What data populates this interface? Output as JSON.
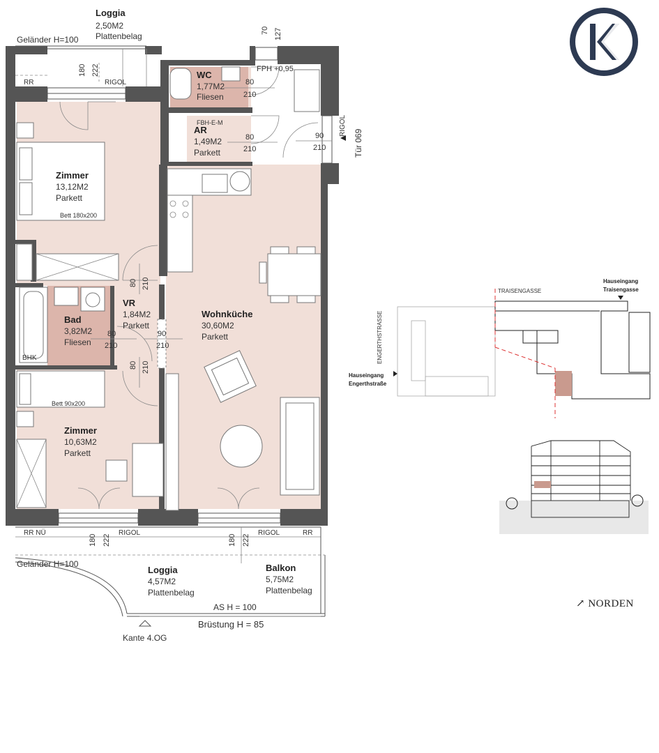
{
  "logo": {
    "letter": "K",
    "color": "#2d3a52"
  },
  "north_label": "↗ NORDEN",
  "rooms": {
    "loggia_top": {
      "name": "Loggia",
      "area": "2,50M2",
      "floor": "Plattenbelag"
    },
    "wc": {
      "name": "WC",
      "area": "1,77M2",
      "floor": "Fliesen"
    },
    "ar": {
      "name": "AR",
      "area": "1,49M2",
      "floor": "Parkett"
    },
    "zimmer1": {
      "name": "Zimmer",
      "area": "13,12M2",
      "floor": "Parkett"
    },
    "vr": {
      "name": "VR",
      "area": "1,84M2",
      "floor": "Parkett"
    },
    "bad": {
      "name": "Bad",
      "area": "3,82M2",
      "floor": "Fliesen"
    },
    "wohnkueche": {
      "name": "Wohnküche",
      "area": "30,60M2",
      "floor": "Parkett"
    },
    "zimmer2": {
      "name": "Zimmer",
      "area": "10,63M2",
      "floor": "Parkett"
    },
    "loggia_bottom": {
      "name": "Loggia",
      "area": "4,57M2",
      "floor": "Plattenbelag"
    },
    "balkon": {
      "name": "Balkon",
      "area": "5,75M2",
      "floor": "Plattenbelag"
    }
  },
  "labels": {
    "gelaender_top": "Geländer H=100",
    "gelaender_bottom": "Geländer H=100",
    "rr_top": "RR",
    "rigol_top": "RIGOL",
    "rigol_right": "RIGOL",
    "rigol_bl": "RIGOL",
    "rigol_br": "RIGOL",
    "rr_nu": "RR NÜ",
    "rr_br": "RR",
    "fph": "FPH +0,95",
    "fbh": "FBH-E-M",
    "tuer": "Tür 069",
    "bhk": "BHK",
    "bett1": "Bett 180x200",
    "bett2": "Bett 90x200",
    "as_h": "AS H = 100",
    "bruestung": "Brüstung H = 85",
    "kante": "Kante 4.OG"
  },
  "dims": {
    "d70": "70",
    "d127": "127",
    "d180a": "180",
    "d222a": "222",
    "d80wc": "80",
    "d210wc": "210",
    "d80ar": "80",
    "d210ar": "210",
    "d90e": "90",
    "d210e": "210",
    "d80z1": "80",
    "d210z1": "210",
    "d80bad": "80",
    "d210bad": "210",
    "d90wk": "90",
    "d210wk": "210",
    "d80z2": "80",
    "d210z2": "210",
    "d180b": "180",
    "d222b": "222",
    "d180c": "180",
    "d222c": "222"
  },
  "siteplan": {
    "street_top": "TRAISENGASSE",
    "street_left": "ENGERTHSTRASSE",
    "entrance_top": "Hauseingang",
    "entrance_top2": "Traisengasse",
    "entrance_left": "Hauseingang",
    "entrance_left2": "Engerthstraße",
    "highlight_color": "#c99a8e"
  }
}
